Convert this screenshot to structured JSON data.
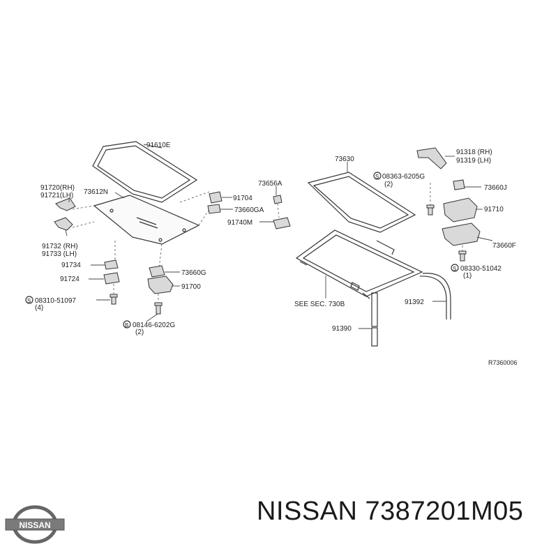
{
  "diagram": {
    "ref_code": "R7360006",
    "labels": {
      "p91610E": "91610E",
      "p73630": "73630",
      "p91318": "91318 (RH)",
      "p91319": "91319 (LH)",
      "p91720": "91720(RH)",
      "p91721": "91721(LH)",
      "p73612N": "73612N",
      "p73656A": "73656A",
      "p08363": "08363-6205G",
      "p08363q": "(2)",
      "p73660J": "73660J",
      "p91704": "91704",
      "p73660GA": "73660GA",
      "p91710": "91710",
      "p91740M": "91740M",
      "p91732": "91732 (RH)",
      "p91733": "91733 (LH)",
      "p73660F": "73660F",
      "p91734": "91734",
      "p73660G": "73660G",
      "p08330": "08330-51042",
      "p08330q": "(1)",
      "p91724": "91724",
      "p91700": "91700",
      "p08310": "08310-51097",
      "p08310q": "(4)",
      "seesec": "SEE SEC. 730B",
      "p91392": "91392",
      "p08146": "08146-6202G",
      "p08146q": "(2)",
      "p91390": "91390",
      "s_mark": "S",
      "b_mark": "B"
    }
  },
  "footer": {
    "brand_logo_text": "NISSAN",
    "title": "NISSAN 7387201M05"
  }
}
